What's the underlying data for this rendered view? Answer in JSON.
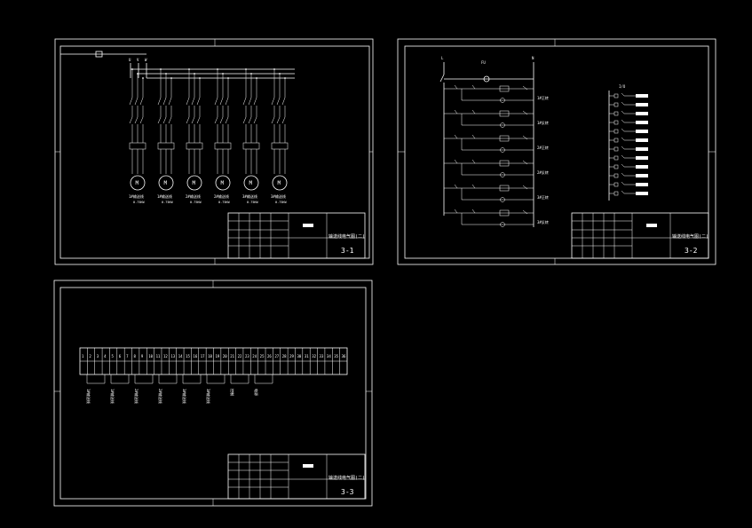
{
  "sheets": [
    {
      "id": "3-1",
      "sheet_no": "3-1",
      "title_block_label": "输送线电气图(二)"
    },
    {
      "id": "3-2",
      "sheet_no": "3-2",
      "title_block_label": "输送线电气图(二)"
    },
    {
      "id": "3-3",
      "sheet_no": "3-3",
      "title_block_label": "输送线电气图(二)"
    }
  ],
  "sheet1": {
    "supply_labels": [
      "U",
      "V",
      "W"
    ],
    "motors": [
      {
        "symbol": "M",
        "name": "1#输送线",
        "rating": "0.75KW"
      },
      {
        "symbol": "M",
        "name": "1#输送线",
        "rating": "0.75KW"
      },
      {
        "symbol": "M",
        "name": "2#输送线",
        "rating": "0.75KW"
      },
      {
        "symbol": "M",
        "name": "2#输送线",
        "rating": "0.75KW"
      },
      {
        "symbol": "M",
        "name": "3#输送线",
        "rating": "0.75KW"
      },
      {
        "symbol": "M",
        "name": "3#输送线",
        "rating": "0.75KW"
      }
    ]
  },
  "sheet2": {
    "top_labels": [
      "L",
      "FU",
      "N"
    ],
    "rung_labels": [
      "1#正转",
      "1#反转",
      "2#正转",
      "2#反转",
      "3#正转",
      "3#反转"
    ],
    "plc_header": "I/O"
  },
  "sheet3": {
    "terminal_count": 36,
    "group_labels": [
      "1#输送线",
      "1#输送线",
      "2#输送线",
      "2#输送线",
      "3#输送线",
      "3#输送线",
      "控制",
      "电源"
    ]
  }
}
